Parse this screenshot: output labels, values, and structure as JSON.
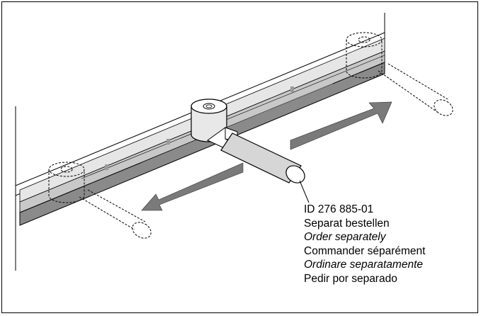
{
  "caption": {
    "id": "ID 276 885-01",
    "de": "Separat bestellen",
    "en": "Order separately",
    "fr": "Commander séparément",
    "it": "Ordinare separatamente",
    "es": "Pedir por separado"
  }
}
